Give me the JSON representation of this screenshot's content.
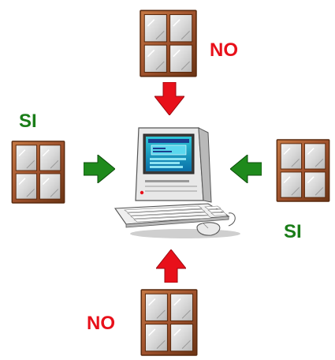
{
  "colors": {
    "no": "#e8101a",
    "si": "#1a7d18",
    "arrow_red": "#e8101a",
    "arrow_green": "#1f8a1c",
    "window_frame": "#a0522d",
    "window_frame_dark": "#6b3414",
    "glass": "#dcdcdc"
  },
  "labels": {
    "top": "NO",
    "bottom": "NO",
    "left": "SI",
    "right": "SI"
  },
  "windows": {
    "top": {
      "label": "NO",
      "allowed": false
    },
    "bottom": {
      "label": "NO",
      "allowed": false
    },
    "left": {
      "label": "SI",
      "allowed": true
    },
    "right": {
      "label": "SI",
      "allowed": true
    }
  },
  "icons": {
    "center": "computer-icon",
    "window": "window-icon",
    "arrow": "arrow-icon"
  }
}
